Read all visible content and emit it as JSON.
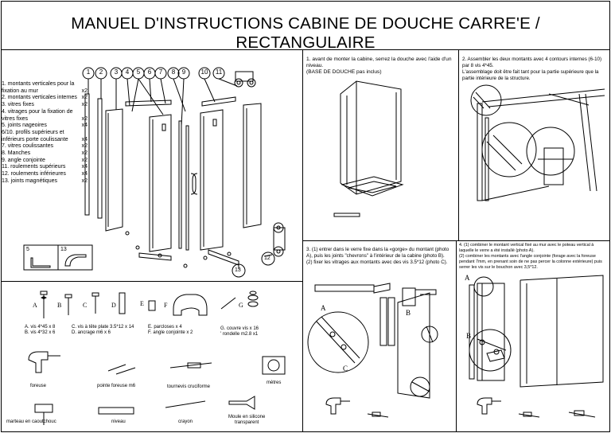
{
  "title": "MANUEL D'INSTRUCTIONS CABINE DE DOUCHE CARRE'E / RECTANGULAIRE",
  "parts": [
    {
      "label": "1. montants verticales pour la fixation au mur",
      "qty": "x2"
    },
    {
      "label": "2. montants verticales internes",
      "qty": "x2"
    },
    {
      "label": "3. vitres fixes",
      "qty": "x2"
    },
    {
      "label": "4. vitrages pour la fixation de vitres fixes",
      "qty": "x2"
    },
    {
      "label": "5. joints nageoires",
      "qty": "x4"
    },
    {
      "label": "6/10. profils supérieurs et inférieurs porte coulissante",
      "qty": "x4"
    },
    {
      "label": "7.  vitres coulissantes",
      "qty": "x2"
    },
    {
      "label": "8. Manches",
      "qty": "x2"
    },
    {
      "label": "9. angle conjointe",
      "qty": "x2"
    },
    {
      "label": "11. roulements supérieurs",
      "qty": "x4"
    },
    {
      "label": "12. roulements inférieures",
      "qty": "x4"
    },
    {
      "label": "13. joints magnétiques",
      "qty": "x2"
    }
  ],
  "part_numbers": [
    "1",
    "2",
    "3",
    "4",
    "5",
    "6",
    "7",
    "8",
    "9",
    "10",
    "11"
  ],
  "callouts": {
    "n12": "12",
    "n13": "13",
    "n5": "5",
    "b13": "13"
  },
  "steps": {
    "s1": "1. avant de monter la cabine, serrez la douche avec l'aide d'un niveau.\n(BASE DE DOUCHE pas inclus)",
    "s2": "2. Assembler les deux montants avec 4 contours internes (6-10) par 8 vis 4*45.\nL'assemblage doit être fait tant pour la partie supérieure que la partie intérieure de la structure.",
    "s3": "3. (1) entrer dans le verre fixe dans la «gorge» du montant (photo A), puis les joints \"chevrons\" à l'intérieur de la cabine (photo B).\n    (2) fixer les vitrages aux montants avec des vis 3.5*12 (photo C).",
    "s4": "4. (1) combiner le montant vertical fixé au mur avec le poteau vertical à laquelle le verre a été installé (photo A).\n    (2) combiner les montants avec l'angle conjointe (forage avec la foreuse pendant 7mm, en prenant soin de ne pas percer la colonne extérieure) puis serrer les vis sur le bouchon avec 3,5*12."
  },
  "photo_labels": {
    "a3": "A",
    "b3": "B",
    "c3": "C",
    "a4": "A",
    "b4": "B"
  },
  "hardware_letters": [
    "A",
    "B",
    "C",
    "D",
    "E",
    "F",
    "G"
  ],
  "hardware": {
    "ab": "A. vis 4*45 x 8\nB. vis 4*32 x 6",
    "cd": "C. vis à tête plate 3.5*12 x 14\nD. ancrage m6 x 6",
    "ef": "E. parcloses x 4\nF. angle conjointe  x 2",
    "g": "G. couvre vis  x 16\n' rondelle m2.8 x1"
  },
  "tools": {
    "foreuse": "foreuse",
    "pointe": "pointe foreuse m6",
    "tournevis": "tournevis cruciforme",
    "metres": "mètres",
    "marteau": "marteau en caoutchouc",
    "niveau": "niveau",
    "crayon": "crayon",
    "silicone": "Moule en silicone\ntransparent"
  }
}
